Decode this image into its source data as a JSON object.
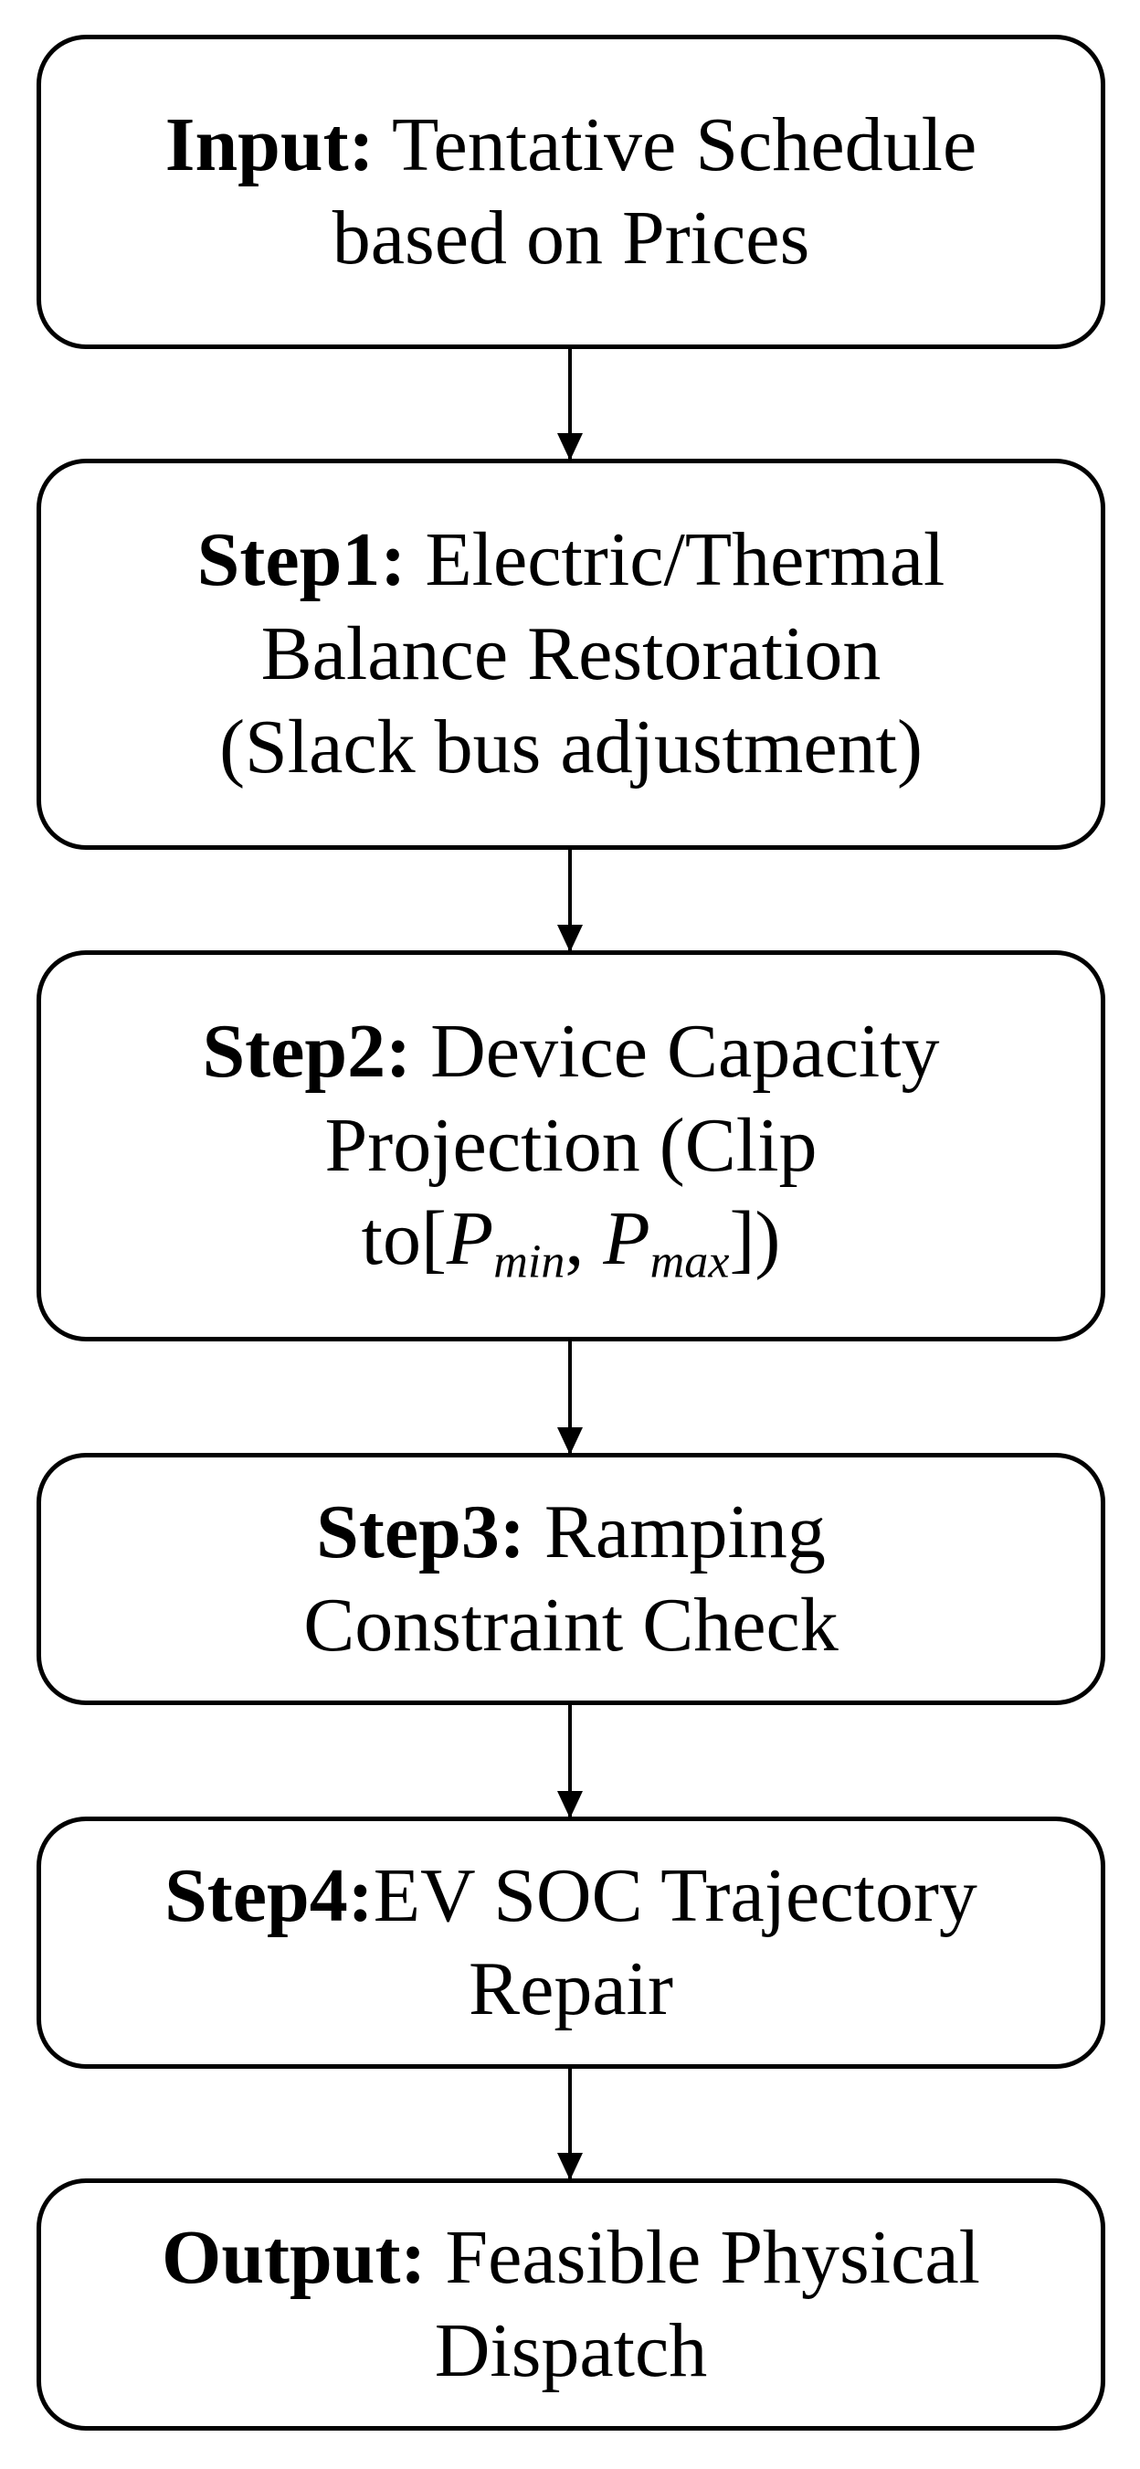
{
  "boxes": [
    {
      "label": "Input:",
      "lines": [
        "Tentative Schedule",
        "based on Prices"
      ]
    },
    {
      "label": "Step1:",
      "lines": [
        "Electric/Thermal",
        "Balance Restoration",
        "(Slack bus adjustment)"
      ]
    },
    {
      "label": "Step2:",
      "lines": [
        "Device Capacity",
        "Projection (Clip"
      ],
      "math_prefix": "to[",
      "p_symbol": "P",
      "min_sub": "min",
      "separator": ",",
      "max_sub": "max",
      "math_suffix": "])"
    },
    {
      "label": "Step3:",
      "lines": [
        "Ramping",
        "Constraint Check"
      ]
    },
    {
      "label": "Step4:",
      "lines": [
        "EV SOC Trajectory",
        "Repair"
      ]
    },
    {
      "label": "Output:",
      "lines": [
        "Feasible Physical",
        "Dispatch"
      ]
    }
  ]
}
